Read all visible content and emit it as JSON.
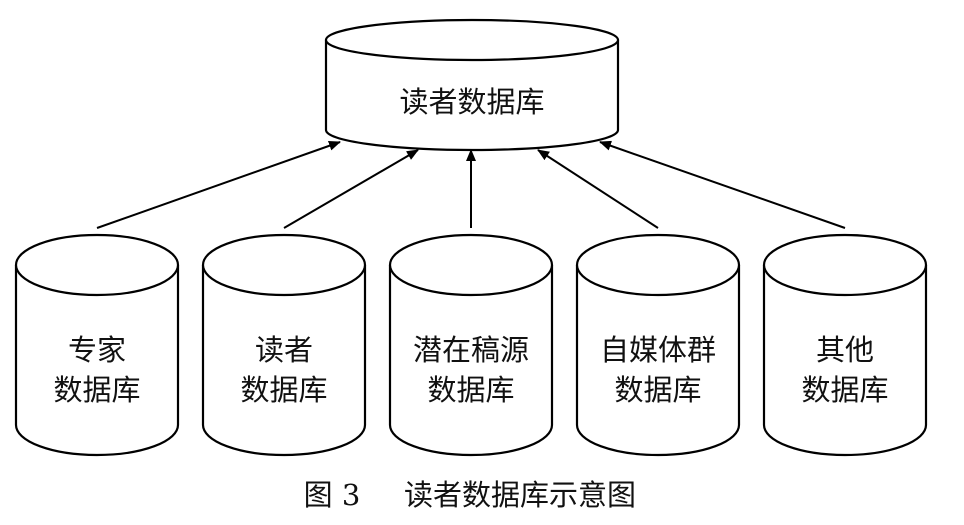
{
  "top_database": {
    "label": "读者数据库"
  },
  "sources": [
    {
      "line1": "专家",
      "line2": "数据库"
    },
    {
      "line1": "读者",
      "line2": "数据库"
    },
    {
      "line1": "潜在稿源",
      "line2": "数据库"
    },
    {
      "line1": "自媒体群",
      "line2": "数据库"
    },
    {
      "line1": "其他",
      "line2": "数据库"
    }
  ],
  "caption": {
    "figure_number": "图 3",
    "title": "读者数据库示意图"
  }
}
